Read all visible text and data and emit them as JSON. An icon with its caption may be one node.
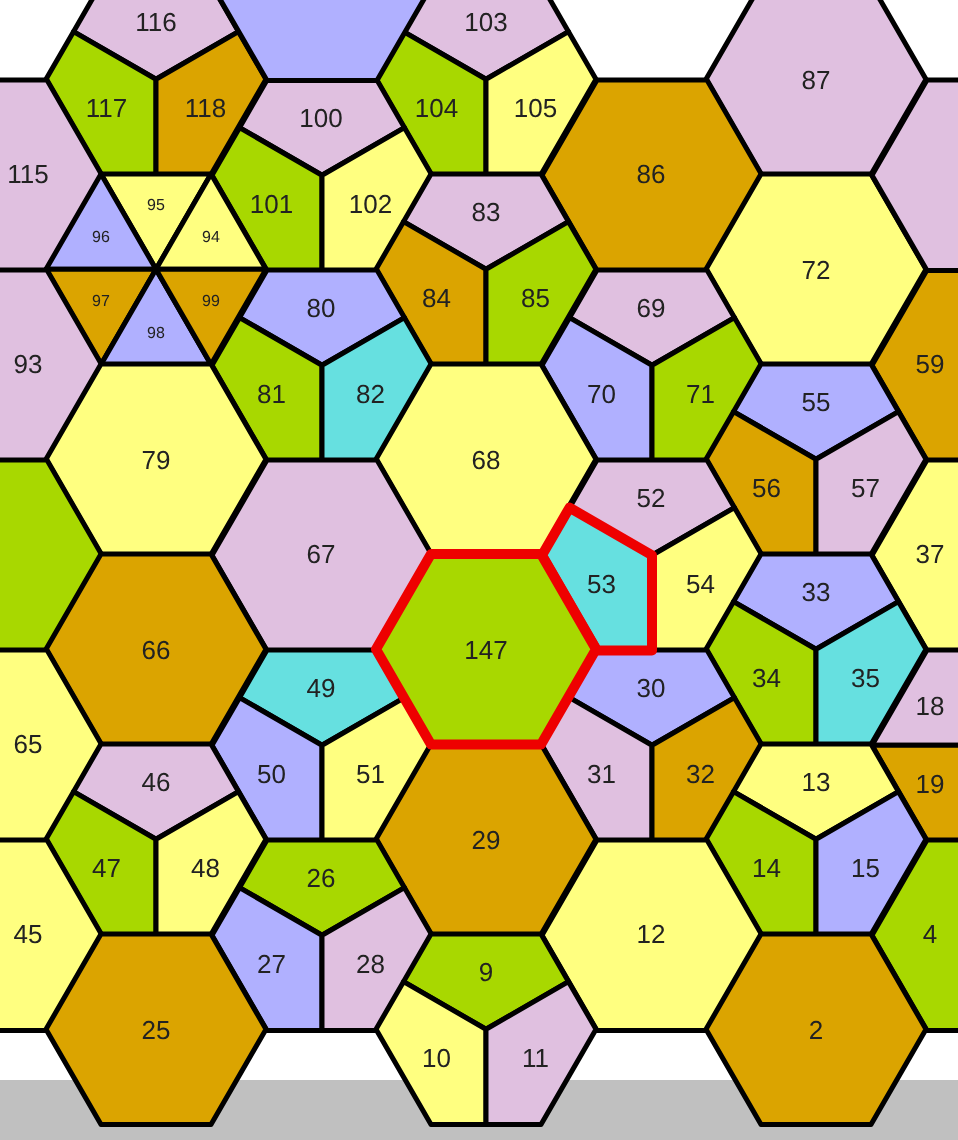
{
  "diagram": {
    "nodes": [
      {
        "text": [
          "116"
        ]
      },
      {
        "text": [
          "117"
        ]
      },
      {
        "text": [
          "118"
        ]
      },
      {
        "text": [
          "103"
        ]
      },
      {
        "text": [
          "104"
        ]
      },
      {
        "text": [
          "105"
        ]
      },
      {
        "text": [
          "87"
        ]
      },
      {
        "text": [
          "115"
        ]
      },
      {
        "text": [
          "100"
        ]
      },
      {
        "text": [
          "101"
        ]
      },
      {
        "text": [
          "102"
        ]
      },
      {
        "text": [
          "86"
        ]
      },
      {
        "text": [
          "95"
        ]
      },
      {
        "text": [
          "96"
        ]
      },
      {
        "text": [
          "94"
        ]
      },
      {
        "text": [
          "97"
        ]
      },
      {
        "text": [
          "98"
        ]
      },
      {
        "text": [
          "99"
        ]
      },
      {
        "text": [
          "83"
        ]
      },
      {
        "text": [
          "84"
        ]
      },
      {
        "text": [
          "85"
        ]
      },
      {
        "text": [
          "72"
        ]
      },
      {
        "text": [
          "93"
        ]
      },
      {
        "text": [
          "80"
        ]
      },
      {
        "text": [
          "81"
        ]
      },
      {
        "text": [
          "82"
        ]
      },
      {
        "text": [
          "69"
        ]
      },
      {
        "text": [
          "70"
        ]
      },
      {
        "text": [
          "71"
        ]
      },
      {
        "text": [
          "59"
        ]
      },
      {
        "text": [
          "79"
        ]
      },
      {
        "text": [
          "68"
        ]
      },
      {
        "text": [
          "55"
        ]
      },
      {
        "text": [
          "56"
        ]
      },
      {
        "text": [
          "57"
        ]
      },
      {
        "text": [],
        "shape": "hexagon"
      },
      {
        "text": [
          "67"
        ]
      },
      {
        "text": [
          "52"
        ]
      },
      {
        "text": [
          "53"
        ]
      },
      {
        "text": [
          "54"
        ]
      },
      {
        "text": [
          "37"
        ]
      },
      {
        "text": [
          "66"
        ]
      },
      {
        "text": [
          "147"
        ]
      },
      {
        "text": [
          "33"
        ]
      },
      {
        "text": [
          "34"
        ]
      },
      {
        "text": [
          "35"
        ]
      },
      {
        "text": [
          "65"
        ]
      },
      {
        "text": [
          "49"
        ]
      },
      {
        "text": [
          "50"
        ]
      },
      {
        "text": [
          "51"
        ]
      },
      {
        "text": [
          "30"
        ]
      },
      {
        "text": [
          "31"
        ]
      },
      {
        "text": [
          "32"
        ]
      },
      {
        "text": [
          "18"
        ]
      },
      {
        "text": [
          "19"
        ]
      },
      {
        "text": [
          "46"
        ]
      },
      {
        "text": [
          "47"
        ]
      },
      {
        "text": [
          "48"
        ]
      },
      {
        "text": [
          "29"
        ]
      },
      {
        "text": [
          "13"
        ]
      },
      {
        "text": [
          "14"
        ]
      },
      {
        "text": [
          "15"
        ]
      },
      {
        "text": [
          "45"
        ]
      },
      {
        "text": [
          "26"
        ]
      },
      {
        "text": [
          "27"
        ]
      },
      {
        "text": [
          "28"
        ]
      },
      {
        "text": [
          "12"
        ]
      },
      {
        "text": [
          "4"
        ]
      },
      {
        "text": [
          "25"
        ]
      },
      {
        "text": [
          "9"
        ]
      },
      {
        "text": [
          "10"
        ]
      },
      {
        "text": [
          "11"
        ]
      },
      {
        "text": [
          "2"
        ]
      },
      {
        "text": [],
        "shape": "hexagon"
      },
      {
        "text": [],
        "shape": "hexagon"
      }
    ]
  }
}
